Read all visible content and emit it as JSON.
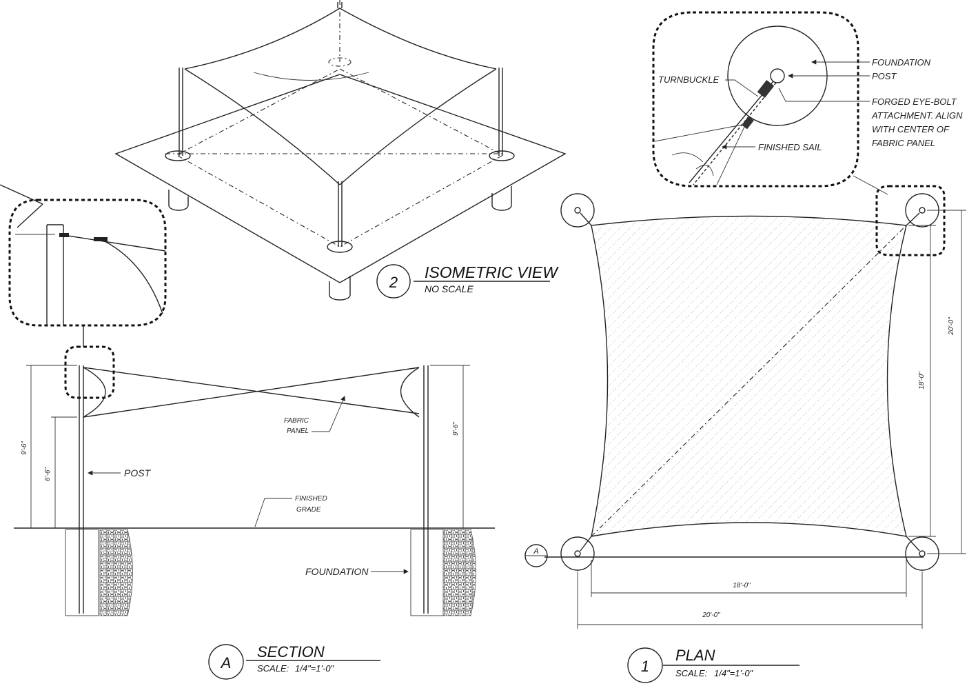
{
  "isometric": {
    "number": "2",
    "title": "ISOMETRIC VIEW",
    "scale": "NO SCALE"
  },
  "section": {
    "letter": "A",
    "title": "SECTION",
    "scale_label": "SCALE:",
    "scale_value": "1/4\"=1'-0\"",
    "labels": {
      "fabric_panel_1": "FABRIC",
      "fabric_panel_2": "PANEL",
      "post": "POST",
      "finished_grade_1": "FINISHED",
      "finished_grade_2": "GRADE",
      "foundation": "FOUNDATION"
    },
    "dims": {
      "left_outer": "9'-6\"",
      "left_inner": "6'-6\"",
      "right": "9'-6\""
    }
  },
  "plan": {
    "number": "1",
    "title": "PLAN",
    "scale_label": "SCALE:",
    "scale_value": "1/4\"=1'-0\"",
    "section_marker": "A",
    "dims": {
      "inner_horizontal": "18'-0\"",
      "outer_horizontal": "20'-0\"",
      "inner_vertical": "18'-0\"",
      "outer_vertical": "20'-0\""
    }
  },
  "detail": {
    "labels": {
      "turnbuckle": "TURNBUCKLE",
      "foundation": "FOUNDATION",
      "post": "POST",
      "eyebolt_1": "FORGED EYE-BOLT",
      "eyebolt_2": "ATTACHMENT. ALIGN",
      "eyebolt_3": "WITH CENTER OF",
      "eyebolt_4": "FABRIC PANEL",
      "finished_sail": "FINISHED SAIL"
    }
  }
}
